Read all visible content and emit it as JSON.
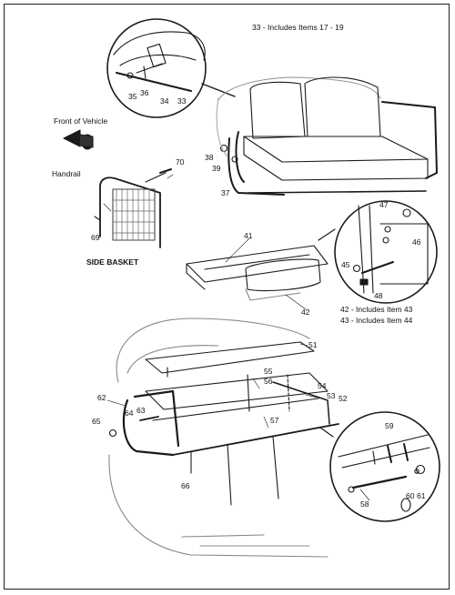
{
  "notes": {
    "note_33": "33 - Includes Items 17 - 19",
    "note_42": "42 - Includes Item 43",
    "note_43": "43 - Includes Item 44"
  },
  "captions": {
    "front_of_vehicle": "Front of Vehicle",
    "handrail": "Handrail",
    "side_basket": "SIDE BASKET"
  },
  "callouts": {
    "c33a": "33",
    "c34": "34",
    "c35": "35",
    "c36": "36",
    "c37": "37",
    "c38": "38",
    "c39": "39",
    "c41": "41",
    "c42": "42",
    "c45": "45",
    "c46": "46",
    "c47": "47",
    "c48": "48",
    "c51": "51",
    "c52": "52",
    "c53": "53",
    "c54": "54",
    "c55": "55",
    "c56": "56",
    "c57": "57",
    "c58": "58",
    "c59": "59",
    "c60": "60",
    "c61": "61",
    "c62": "62",
    "c63": "63",
    "c64": "64",
    "c65": "65",
    "c66": "66",
    "c69": "69",
    "c70": "70"
  }
}
